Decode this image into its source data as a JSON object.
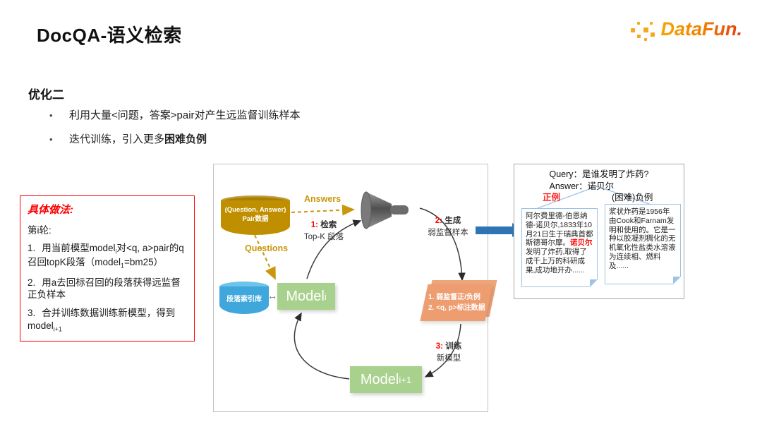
{
  "title": "DocQA-语义检索",
  "logo": {
    "text": "DataFun."
  },
  "optimization": {
    "heading": "优化二",
    "bullet_glyph": "•",
    "bullet1": "利用大量<问题，答案>pair对产生远监督训练样本",
    "bullet2_prefix": "迭代训练，引入更多",
    "bullet2_bold": "困难负例"
  },
  "method_box": {
    "title": "具体做法:",
    "round": "第i轮:",
    "step1_num": "1.",
    "step1_a": "用当前模型model",
    "step1_sub1": "i",
    "step1_b": "对<q, a>pair的q召回topK段落（model",
    "step1_sub2": "1",
    "step1_c": "=bm25）",
    "step2_num": "2.",
    "step2_text": "用a去回标召回的段落获得远监督正负样本",
    "step3_num": "3.",
    "step3_a": "合并训练数据训练新模型，得到model",
    "step3_sub": "i+1"
  },
  "diagram": {
    "qa_cylinder_line1": "(Question, Answer)",
    "qa_cylinder_line2": "Pair数据",
    "answers_label": "Answers",
    "questions_label": "Questions",
    "step1_num": "1:",
    "step1_text": "检索",
    "step1_line2": "Top-K 段落",
    "step2_num": "2:",
    "step2_text": "生成",
    "step2_line2": "弱监督样本",
    "step3_num": "3:",
    "step3_text": "训练",
    "step3_line2": "新模型",
    "index_cylinder": "段落索引库",
    "link_arrow": "↔",
    "model_i_base": "Model",
    "model_i_sub": "i",
    "model_i1_base": "Model",
    "model_i1_sub": "i+1",
    "weak_box_line1": "1. 弱监督正/负例",
    "weak_box_line2": "2. <q, p>标注数据"
  },
  "example": {
    "query": "Query：是谁发明了炸药?",
    "answer": "Answer：诺贝尔",
    "positive_label": "正例",
    "negative_label": "(困难)负例",
    "positive_note_pre": "阿尔费里德-伯恩纳德-诺贝尔,1833年10月21日生于瑞典首都斯德哥尔摩。",
    "positive_note_highlight": "诺贝尔",
    "positive_note_post": "发明了炸药,取得了成千上万的科研成果,成功地开办......",
    "negative_note": "浆状炸药是1956年由Cook和Farnam发明和使用的。它是一种以胶凝剂稠化的无机氧化性盐类水溶液为连续相、燃料及......"
  },
  "colors": {
    "accent_red": "#FF0000",
    "gold_cylinder": "#BF8F00",
    "gold_arrow": "#C9960C",
    "blue_cylinder": "#3FA7DC",
    "green_box": "#A9D18E",
    "orange_box": "#ED9D70",
    "arrow_blue": "#2E75B6",
    "note_border": "#9DC3E6"
  }
}
